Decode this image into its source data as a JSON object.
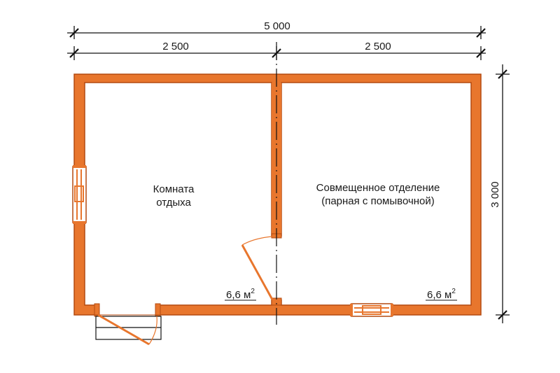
{
  "colors": {
    "wall_fill": "#e8762d",
    "wall_stroke": "#b44a10",
    "line": "#111111"
  },
  "dimensions": {
    "overall_width": "5 000",
    "left_segment": "2 500",
    "right_segment": "2 500",
    "overall_depth": "3 000"
  },
  "rooms": {
    "lounge": {
      "name_line1": "Комната",
      "name_line2": "отдыха",
      "area": "6,6 м",
      "area_sup": "2"
    },
    "washroom": {
      "name_line1": "Совмещенное отделение",
      "name_line2": "(парная с помывочной)",
      "area": "6,6 м",
      "area_sup": "2"
    }
  }
}
